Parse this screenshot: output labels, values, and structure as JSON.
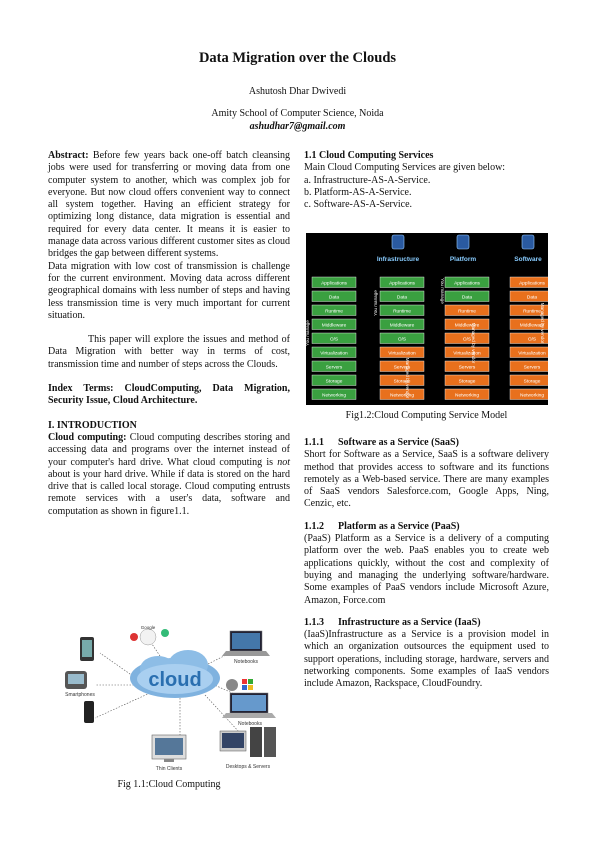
{
  "header": {
    "title": "Data Migration over the Clouds",
    "author": "Ashutosh Dhar Dwivedi",
    "affiliation": "Amity School of Computer Science, Noida",
    "email": "ashudhar7@gmail.com"
  },
  "left": {
    "abstract_label": "Abstract:",
    "abstract_text": "Before few years back one-off batch cleansing jobs were used for transferring or moving data from one computer system to another, which was complex job for everyone. But now cloud offers convenient way to connect all system together. Having an efficient strategy for optimizing long distance, data migration is essential and required for every data center. It means it is easier to manage data across various different customer sites as cloud bridges the gap between different systems.",
    "abstract_p2": "Data migration with low cost of transmission is challenge for the current environment. Moving data across different geographical domains with less number of steps and having less transmission time is very much important for current situation.",
    "abstract_p3": "This paper will explore the issues and method of Data Migration with better way in terms of cost, transmission time and number of steps across the Clouds.",
    "index_terms_label": "Index Terms:",
    "index_terms": "CloudComputing, Data Migration, Security Issue, Cloud Architecture.",
    "intro_heading": "I.  INTRODUCTION",
    "intro_label": "Cloud computing:",
    "intro_text_a": "Cloud computing describes storing and accessing data and programs over the internet instead of your computer's hard drive. What cloud computing is",
    "intro_not": "not",
    "intro_text_b": "about is your hard drive. While if data is stored on the hard drive that is called local storage. Cloud computing entrusts remote services with a user's data, software and computation as shown in figure1.1.",
    "fig1_caption": "Fig 1.1:Cloud Computing",
    "fig1_labels": {
      "cloud": "cloud",
      "google": "Google",
      "notebooks_top": "Notebooks",
      "notebooks_bottom": "Notebooks",
      "smartphones": "Smartphones",
      "thin_clients": "Thin Clients",
      "desktops": "Desktops & Servers"
    }
  },
  "right": {
    "sec_heading": "1.1 Cloud Computing Services",
    "sec_intro": "Main Cloud Computing Services are given below:",
    "services": [
      "a. Infrastructure-AS-A-Service.",
      "b. Platform-AS-A-Service.",
      "c. Software-AS-A-Service."
    ],
    "fig2_caption": "Fig1.2:Cloud Computing Service Model",
    "model": {
      "headers": [
        "Infrastructure",
        "Platform",
        "Software"
      ],
      "layers": [
        "Applications",
        "Data",
        "Runtime",
        "Middleware",
        "O/S",
        "Virtualization",
        "Servers",
        "Storage",
        "Networking"
      ],
      "you_manage": "You manage",
      "managed_by_vendor": "Managed by vendor"
    },
    "s111_num": "1.1.1",
    "s111_title": "Software as a Service (SaaS)",
    "s111_text": "Short for Software as a Service, SaaS is a software delivery method that provides access to software and its functions remotely as a Web-based service. There are many examples of SaaS vendors Salesforce.com, Google Apps, Ning, Cenzic, etc.",
    "s112_num": "1.1.2",
    "s112_title": "Platform as a Service (PaaS)",
    "s112_text": "(PaaS) Platform as a Service is a delivery of a computing platform over the web. PaaS enables you to create web applications quickly, without the cost and complexity of buying and managing the underlying software/hardware. Some examples of PaaS vendors include Microsoft Azure, Amazon, Force.com",
    "s113_num": "1.1.3",
    "s113_title": "Infrastructure as a Service (IaaS)",
    "s113_text": "(IaaS)Infrastructure as a Service is a provision model in which an organization outsources the equipment used to support operations, including storage, hardware, servers and networking components. Some examples of IaaS vendors include Amazon, Rackspace, CloudFoundry."
  },
  "colors": {
    "green": "#3aa040",
    "orange": "#e8701c",
    "cloud_blue": "#2a6fb0"
  }
}
